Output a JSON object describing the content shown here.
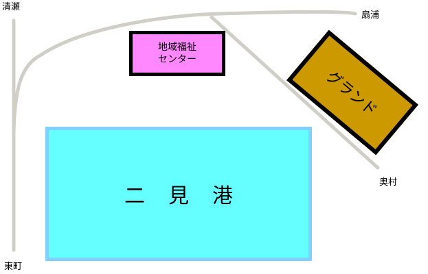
{
  "places": {
    "kiyose": "清瀬",
    "ogiura": "扇浦",
    "okumura": "奥村",
    "higashimachi": "東町"
  },
  "facilities": {
    "welfare_center_line1": "地域福祉",
    "welfare_center_line2": "センター",
    "ground": "グランド",
    "harbor": "二見港"
  },
  "colors": {
    "road": "#cfcfc7",
    "welfare_center_fill": "#ff88ff",
    "ground_fill": "#cc9900",
    "harbor_fill": "#66ffff",
    "harbor_border": "#7fcfff"
  }
}
